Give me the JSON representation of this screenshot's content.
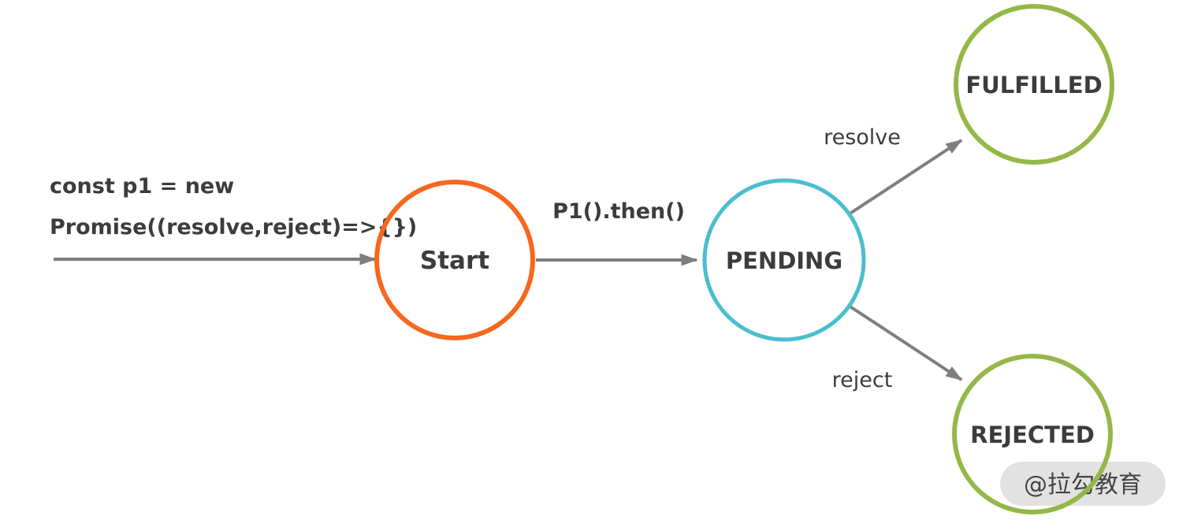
{
  "colors": {
    "start_node": "#F7671E",
    "pending_node": "#49BECE",
    "fulfilled_node": "#94B848",
    "rejected_node": "#94B848",
    "arrow": "#7E7E7E",
    "text": "#3C3C3C",
    "watermark_bg": "#D8D8D8",
    "watermark_text": "#FFFFFF"
  },
  "code_snippet": {
    "line1": "const p1 = new",
    "line2": "Promise((resolve,reject)=>{})"
  },
  "nodes": {
    "start": {
      "label": "Start"
    },
    "pending": {
      "label": "PENDING"
    },
    "fulfilled": {
      "label": "FULFILLED"
    },
    "rejected": {
      "label": "REJECTED"
    }
  },
  "edge_labels": {
    "then": "P1().then()",
    "resolve": "resolve",
    "reject": "reject"
  },
  "watermark": {
    "text": "@拉勾教育"
  }
}
